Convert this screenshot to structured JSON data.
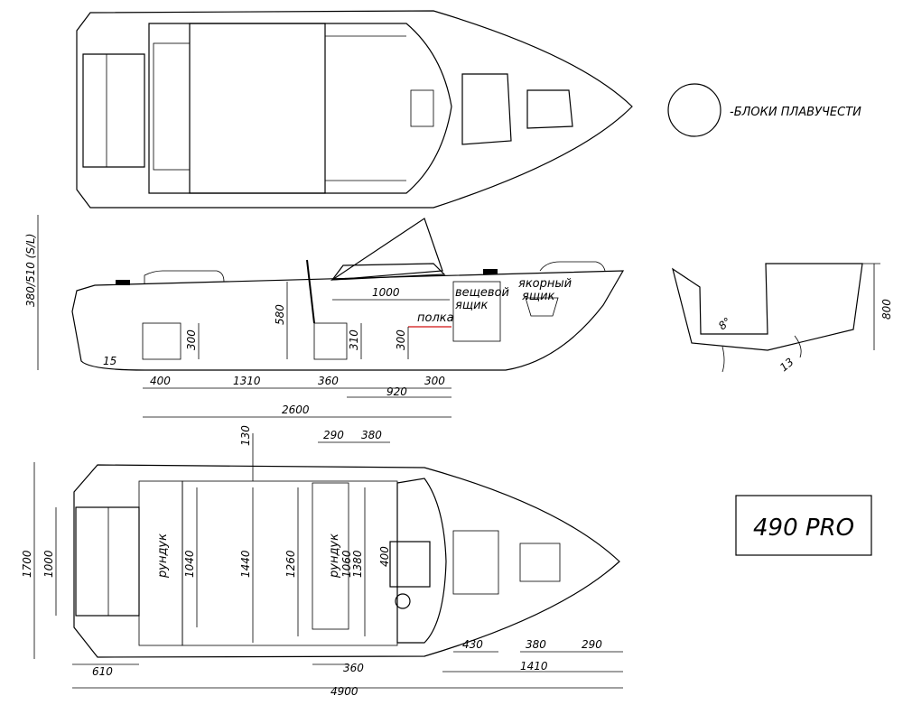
{
  "legend": {
    "text": "-БЛОКИ ПЛАВУЧЕСТИ"
  },
  "model": {
    "name": "490 PRO"
  },
  "side_view": {
    "height_label": "380/510 (S/L)",
    "cabinet_label_line1": "вещевой",
    "cabinet_label_line2": "ящик",
    "anchor_label_line1": "якорный",
    "anchor_label_line2": "ящик",
    "shelf_label": "полка",
    "angle_label": "15",
    "dims": {
      "d1000": "1000",
      "d580": "580",
      "d300a": "300",
      "d310": "310",
      "d300b": "300",
      "d400": "400",
      "d1310": "1310",
      "d360": "360",
      "d300c": "300",
      "d920": "920",
      "d2600": "2600"
    }
  },
  "section_view": {
    "deadrise": "8°",
    "angle13": "13",
    "height": "800"
  },
  "bottom_view": {
    "locker1": "рундук",
    "locker2": "рундук",
    "dims": {
      "d130": "130",
      "d290top": "290",
      "d380top": "380",
      "d1700": "1700",
      "d1000": "1000",
      "d1040": "1040",
      "d1440": "1440",
      "d1260": "1260",
      "d1060": "1060",
      "d1380": "1380",
      "d400": "400",
      "d430": "430",
      "d380bot": "380",
      "d290bot": "290",
      "d610": "610",
      "d360": "360",
      "d1410": "1410",
      "d4900": "4900"
    }
  },
  "colors": {
    "hatch": "#000000",
    "orange": "#dba010",
    "red": "#a63a30",
    "green": "#3f9a78",
    "hull_gray": "#e3e3e3"
  }
}
